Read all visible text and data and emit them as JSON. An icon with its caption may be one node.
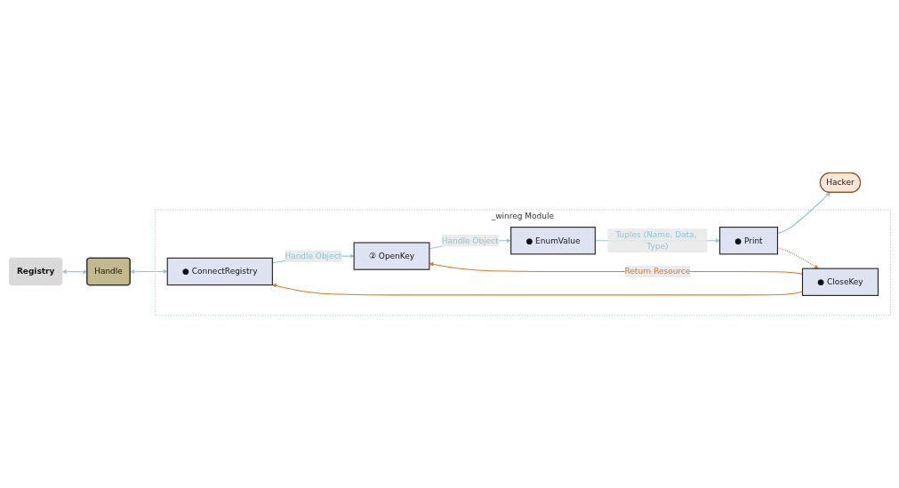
{
  "diagram": {
    "nodes": [
      {
        "text": [
          "Registry"
        ]
      },
      {
        "text": [
          "Handle"
        ]
      },
      {
        "text": [
          "_winreg Module"
        ]
      },
      {
        "text": [
          "● ConnectRegistry"
        ],
        "in": 2
      },
      {
        "text": [
          "② OpenKey"
        ],
        "in": 2
      },
      {
        "text": [
          "● EnumValue"
        ],
        "in": 2
      },
      {
        "text": [
          "● Print"
        ],
        "in": 2
      },
      {
        "text": [
          "● CloseKey"
        ],
        "in": 2
      },
      {
        "text": [
          "Hacker"
        ]
      }
    ],
    "edges": [
      {
        "from": 0,
        "to": 1,
        "arrow": "both"
      },
      {
        "from": 1,
        "to": 3,
        "arrow": "both"
      },
      {
        "from": 3,
        "to": 4,
        "arrow": "to",
        "label": "Handle Object"
      },
      {
        "from": 4,
        "to": 5,
        "arrow": "to",
        "label": "Handle Object"
      },
      {
        "from": 5,
        "to": 6,
        "arrow": "to",
        "label": "Tuples (Name, Data, Type)"
      },
      {
        "from": 6,
        "to": 8,
        "arrow": "to"
      },
      {
        "from": 7,
        "to": 3,
        "arrow": "to",
        "color": "#e07b20"
      },
      {
        "from": 7,
        "to": 4,
        "arrow": "to",
        "label": "Return Resource",
        "color": "#e07b20"
      },
      {
        "from": 6,
        "to": 7,
        "arrow": "to",
        "style": "dashed",
        "color": "#e07b20"
      }
    ]
  }
}
